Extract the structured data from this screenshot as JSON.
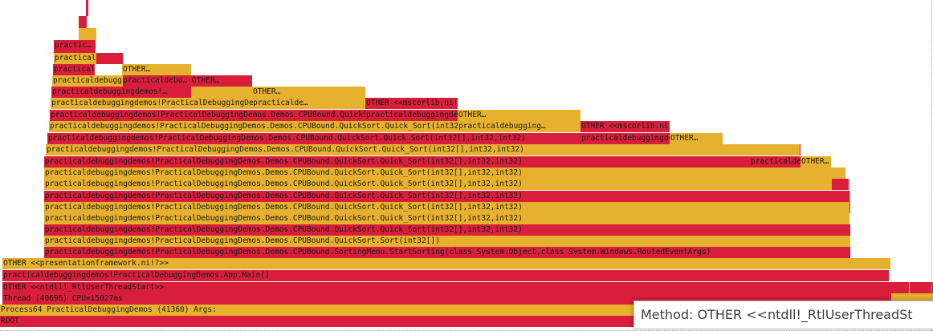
{
  "colors": {
    "red": "#d81e3a",
    "yellow": "#e6b12e"
  },
  "tooltip": {
    "text": "Method: OTHER <<ntdll!_RtlUserThreadSt"
  },
  "frames": [
    {
      "label": "ROOT",
      "color": "red"
    },
    {
      "label": "Process64 PracticalDebuggingDemos (41360) Args:",
      "color": "yellow"
    },
    {
      "label": "Thread (40696) CPU=15027ms",
      "color": "red"
    },
    {
      "label": "OTHER <<ntdll!_RtlUserThreadStart>>",
      "color": "red"
    },
    {
      "label": "practicaldebuggingdemos!PracticalDebuggingDemos.App.Main()",
      "color": "red"
    },
    {
      "label": "OTHER <<presentationframework.ni!?>>",
      "color": "yellow"
    },
    {
      "label": "practicaldebuggingdemos!PracticalDebuggingDemos.Demos.CPUBound.SortingMenu.StartSorting(class System.Object,class System.Windows.RoutedEventArgs)",
      "color": "red"
    },
    {
      "label": "practicaldebuggingdemos!PracticalDebuggingDemos.Demos.CPUBound.QuickSort.Sort(int32[])",
      "color": "yellow"
    },
    {
      "label": "practicaldebuggingdemos!PracticalDebuggingDemos.Demos.CPUBound.QuickSort.Quick_Sort(int32[],int32,int32)",
      "color": "red"
    },
    {
      "label": "practicaldebuggingdemos!PracticalDebuggingDemos.Demos.CPUBound.QuickSort.Quick_Sort(int32[],int32,int32)",
      "color": "yellow"
    },
    {
      "label": "practicaldebuggingdemos!PracticalDebuggingDemos.Demos.CPUBound.QuickSort.Quick_Sort(int32[],int32,int32)",
      "color": "yellow"
    },
    {
      "label": "practicaldebuggingdemos!PracticalDebuggingDemos.Demos.CPUBound.QuickSort.Quick_Sort(int32[],int32,int32)",
      "color": "red"
    },
    {
      "label": "practicaldebuggingdemos!PracticalDebuggingDemos.Demos.CPUBound.QuickSort.Quick_Sort(int32[],int32,int32)",
      "color": "yellow"
    },
    {
      "label": "practicaldebuggingdemos!PracticalDebuggingDemos.Demos.CPUBound.QuickSort.Quick_Sort(int32[],int32,int32)",
      "color": "yellow"
    },
    {
      "label": "practicaldebuggingdemos!PracticalDebuggingDemos.Demos.CPUBound.QuickSort.Quick_Sort(int32[],int32,int32)",
      "color": "red"
    },
    {
      "label": "practicaldebuggingdemos!PracticalDebuggingDemos.Demos.CPUBound.QuickSort.Quick_Sort(int32[],int32,int32)",
      "color": "yellow"
    },
    {
      "label": "practicaldebuggingdemos!PracticalDebuggingDemos.Demos.CPUBound.QuickSort.Quick_Sort(int32[],int32,int32)",
      "color": "red"
    },
    {
      "label": "practicaldebuggingdemos!PracticalDebuggingDemos.Demos.CPUBound.QuickSort.Quick_Sort(int32[],int32,int32)",
      "color": "yellow"
    },
    {
      "label": "practicaldebuggingdemos!PracticalDebuggingDemos.Demos.CPUBound.QuickSort.Quick_Sort(int32[],int32,int32)",
      "color": "red"
    },
    {
      "label": "practicaldebuggingdemos!PracticalDebuggingDemos.Demos.CPUBound.QuickSort.Quick_Sort…",
      "color": "yellow"
    },
    {
      "label": "practicaldebuggingdemos!…",
      "color": "red"
    },
    {
      "label": "practicaldebuggingdemos!…",
      "color": "yellow"
    },
    {
      "label": "practicaldebuggingdemos!…",
      "color": "red"
    },
    {
      "label": "practicaldebu…",
      "color": "yellow"
    },
    {
      "label": "practic…",
      "color": "red"
    },
    {
      "label": "",
      "color": "yellow"
    },
    {
      "label": "",
      "color": "red"
    },
    {
      "label": "",
      "color": "red"
    },
    {
      "label": "",
      "color": "red"
    },
    {
      "label": "OTHER…",
      "color": "yellow"
    },
    {
      "label": "practicaldebu…",
      "color": "red"
    },
    {
      "label": "OTHER…",
      "color": "red"
    },
    {
      "label": "",
      "color": "yellow"
    },
    {
      "label": "OTHER…",
      "color": "yellow"
    },
    {
      "label": "practicalde…",
      "color": "yellow"
    },
    {
      "label": "OTHER <<mscorlib.ni!…",
      "color": "red"
    },
    {
      "label": "practicaldebuggingdemo…",
      "color": "red"
    },
    {
      "label": "OTHER…",
      "color": "yellow"
    },
    {
      "label": "practicaldebugging…",
      "color": "yellow"
    },
    {
      "label": "OTHER <<mscorlib.ni!…",
      "color": "red"
    },
    {
      "label": "practicaldebuggingdemos!…",
      "color": "red"
    },
    {
      "label": "OTHER…",
      "color": "yellow"
    },
    {
      "label": "practicaldebuggin…",
      "color": "yellow"
    },
    {
      "label": "OTHER…",
      "color": "red"
    },
    {
      "label": "practicaldebugg…",
      "color": "red"
    },
    {
      "label": "OTHER…",
      "color": "yellow"
    },
    {
      "label": "practical…",
      "color": "yellow"
    },
    {
      "label": "",
      "color": "red"
    },
    {
      "label": "",
      "color": "yellow"
    },
    {
      "label": "",
      "color": "red"
    },
    {
      "label": "",
      "color": "red"
    },
    {
      "label": "",
      "color": "red"
    },
    {
      "label": "",
      "color": "red"
    },
    {
      "label": "",
      "color": "yellow"
    },
    {
      "label": "",
      "color": "yellow"
    },
    {
      "label": "",
      "color": "red"
    },
    {
      "label": "",
      "color": "yellow"
    }
  ]
}
